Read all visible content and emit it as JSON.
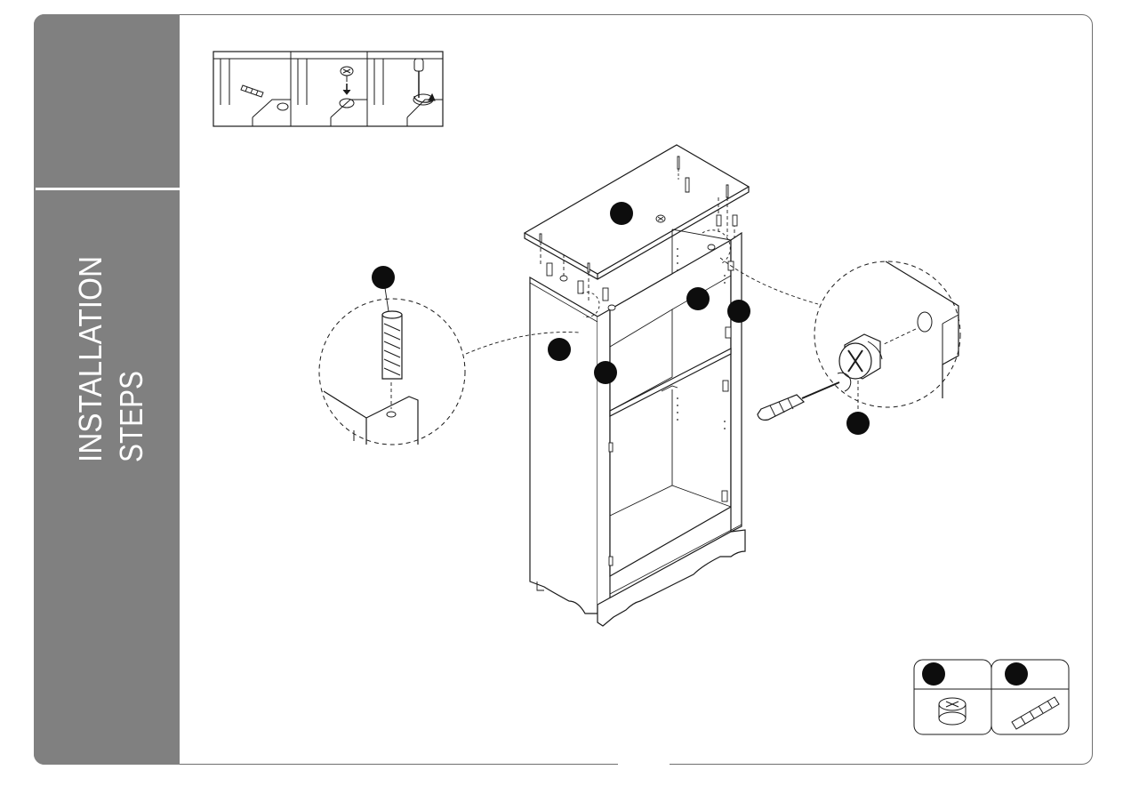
{
  "sidebar": {
    "title_line1": "INSTALLATION",
    "title_line2": "STEPS"
  },
  "instruction_strip": {
    "panels": [
      "insert-dowel",
      "insert-cam-bolt",
      "tighten-cam-lock"
    ]
  },
  "diagram": {
    "callouts": [
      "dowel-detail",
      "cam-lock-detail"
    ]
  },
  "hardware_legend": {
    "items": [
      {
        "icon": "cam-lock-icon"
      },
      {
        "icon": "dowel-icon"
      }
    ]
  },
  "colors": {
    "sidebar": "#808080",
    "line": "#1a1a1a",
    "marker": "#0d0d0d",
    "page": "#ffffff"
  }
}
